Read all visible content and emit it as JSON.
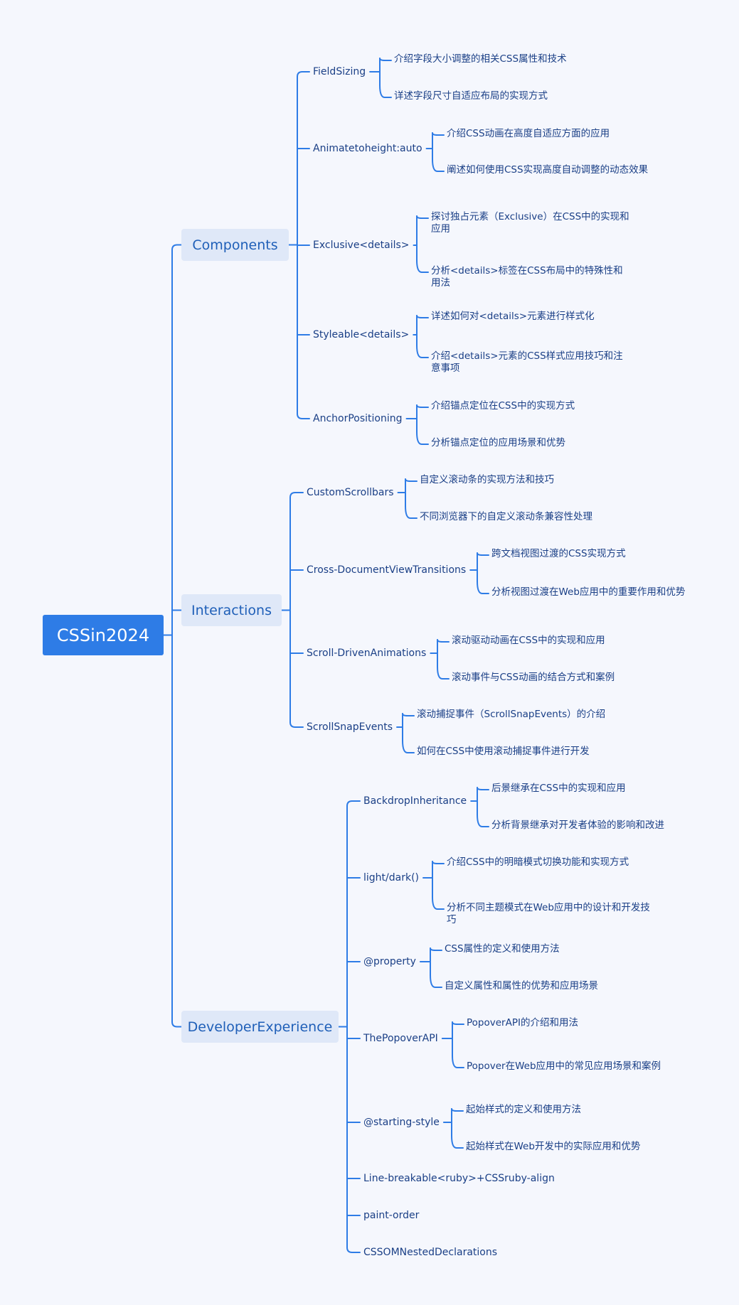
{
  "root": {
    "label": "CSSin2024"
  },
  "branches": [
    {
      "label": "Components",
      "topics": [
        {
          "label": "FieldSizing",
          "details": [
            "介绍字段大小调整的相关CSS属性和技术",
            "详述字段尺寸自适应布局的实现方式"
          ]
        },
        {
          "label": "Animatetoheight:auto",
          "details": [
            "介绍CSS动画在高度自适应方面的应用",
            "阐述如何使用CSS实现高度自动调整的动态效果"
          ]
        },
        {
          "label": "Exclusive<details>",
          "details": [
            "探讨独占元素（Exclusive）在CSS中的实现和应用",
            "分析<details>标签在CSS布局中的特殊性和用法"
          ]
        },
        {
          "label": "Styleable<details>",
          "details": [
            "详述如何对<details>元素进行样式化",
            "介绍<details>元素的CSS样式应用技巧和注意事项"
          ]
        },
        {
          "label": "AnchorPositioning",
          "details": [
            "介绍锚点定位在CSS中的实现方式",
            "分析锚点定位的应用场景和优势"
          ]
        }
      ]
    },
    {
      "label": "Interactions",
      "topics": [
        {
          "label": "CustomScrollbars",
          "details": [
            "自定义滚动条的实现方法和技巧",
            "不同浏览器下的自定义滚动条兼容性处理"
          ]
        },
        {
          "label": "Cross-DocumentViewTransitions",
          "details": [
            "跨文档视图过渡的CSS实现方式",
            "分析视图过渡在Web应用中的重要作用和优势"
          ]
        },
        {
          "label": "Scroll-DrivenAnimations",
          "details": [
            "滚动驱动动画在CSS中的实现和应用",
            "滚动事件与CSS动画的结合方式和案例"
          ]
        },
        {
          "label": "ScrollSnapEvents",
          "details": [
            "滚动捕捉事件（ScrollSnapEvents）的介绍",
            "如何在CSS中使用滚动捕捉事件进行开发"
          ]
        }
      ]
    },
    {
      "label": "DeveloperExperience",
      "topics": [
        {
          "label": "BackdropInheritance",
          "details": [
            "后景继承在CSS中的实现和应用",
            "分析背景继承对开发者体验的影响和改进"
          ]
        },
        {
          "label": "light/dark()",
          "details": [
            "介绍CSS中的明暗模式切换功能和实现方式",
            "分析不同主题模式在Web应用中的设计和开发技巧"
          ]
        },
        {
          "label": "@property",
          "details": [
            "CSS属性的定义和使用方法",
            "自定义属性和属性的优势和应用场景"
          ]
        },
        {
          "label": "ThePopoverAPI",
          "details": [
            "PopoverAPI的介绍和用法",
            "Popover在Web应用中的常见应用场景和案例"
          ]
        },
        {
          "label": "@starting-style",
          "details": [
            "起始样式的定义和使用方法",
            "起始样式在Web开发中的实际应用和优势"
          ]
        },
        {
          "label": "Line-breakable<ruby>+CSSruby-align",
          "details": []
        },
        {
          "label": "paint-order",
          "details": []
        },
        {
          "label": "CSSOMNestedDeclarations",
          "details": []
        }
      ]
    }
  ],
  "colors": {
    "line": "#2e7ce6",
    "root_bg": "#2e7ce6",
    "branch_bg": "#dfe8f8",
    "text": "#1a3f86",
    "branch_text": "#1f5fb8",
    "page_bg": "#f5f7fd"
  }
}
